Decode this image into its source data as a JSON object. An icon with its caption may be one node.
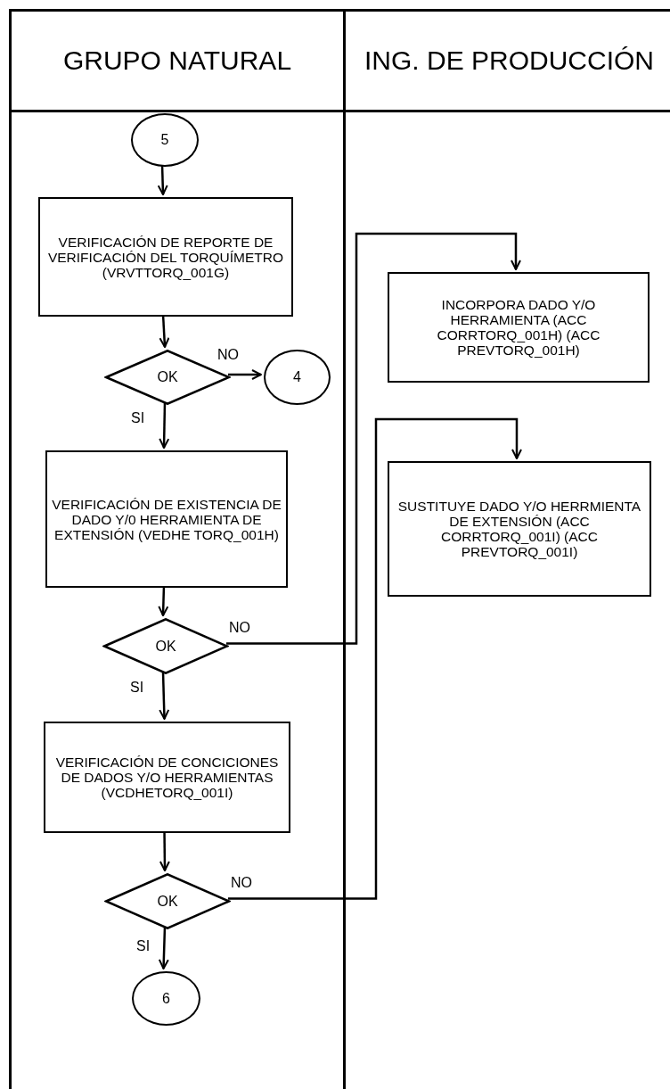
{
  "diagram": {
    "nodes": [
      {
        "text": [
          "GRUPO NATURAL"
        ]
      },
      {
        "text": [
          "ING. DE PRODUCCIÓN"
        ]
      },
      {
        "text": [
          "5"
        ],
        "in": 0
      },
      {
        "text": [
          "VERIFICACIÓN DE REPORTE DE VERIFICACIÓN DEL TORQUÍMETRO (VRVTTORQ_001G)"
        ],
        "in": 0
      },
      {
        "text": [
          "OK"
        ],
        "in": 0
      },
      {
        "text": [
          "4"
        ],
        "in": 0
      },
      {
        "text": [
          "VERIFICACIÓN DE EXISTENCIA DE DADO Y/0 HERRAMIENTA DE EXTENSIÓN (VEDHE TORQ_001H)"
        ],
        "in": 0
      },
      {
        "text": [
          "OK"
        ],
        "in": 0
      },
      {
        "text": [
          "VERIFICACIÓN DE CONCICIONES DE DADOS Y/O HERRAMIENTAS (VCDHETORQ_001I)"
        ],
        "in": 0
      },
      {
        "text": [
          "OK"
        ],
        "in": 0
      },
      {
        "text": [
          "6"
        ],
        "in": 0
      },
      {
        "text": [
          "INCORPORA DADO Y/O HERRAMIENTA (ACC CORRTORQ_001H) (ACC PREVTORQ_001H)"
        ],
        "in": 1
      },
      {
        "text": [
          "SUSTITUYE DADO Y/O HERRMIENTA DE EXTENSIÓN (ACC CORRTORQ_001I) (ACC PREVTORQ_001I)"
        ],
        "in": 1
      }
    ],
    "edges": [
      {
        "from": 2,
        "to": 3,
        "arrow": "to"
      },
      {
        "from": 3,
        "to": 4,
        "arrow": "to"
      },
      {
        "from": 4,
        "to": 5,
        "arrow": "to",
        "label": "NO"
      },
      {
        "from": 4,
        "to": 6,
        "arrow": "to",
        "label": "SI"
      },
      {
        "from": 6,
        "to": 7,
        "arrow": "to"
      },
      {
        "from": 7,
        "to": 11,
        "arrow": "to",
        "label": "NO"
      },
      {
        "from": 7,
        "to": 8,
        "arrow": "to",
        "label": "SI"
      },
      {
        "from": 8,
        "to": 9,
        "arrow": "to"
      },
      {
        "from": 9,
        "to": 12,
        "arrow": "to",
        "label": "NO"
      },
      {
        "from": 9,
        "to": 10,
        "arrow": "to",
        "label": "SI"
      }
    ]
  }
}
